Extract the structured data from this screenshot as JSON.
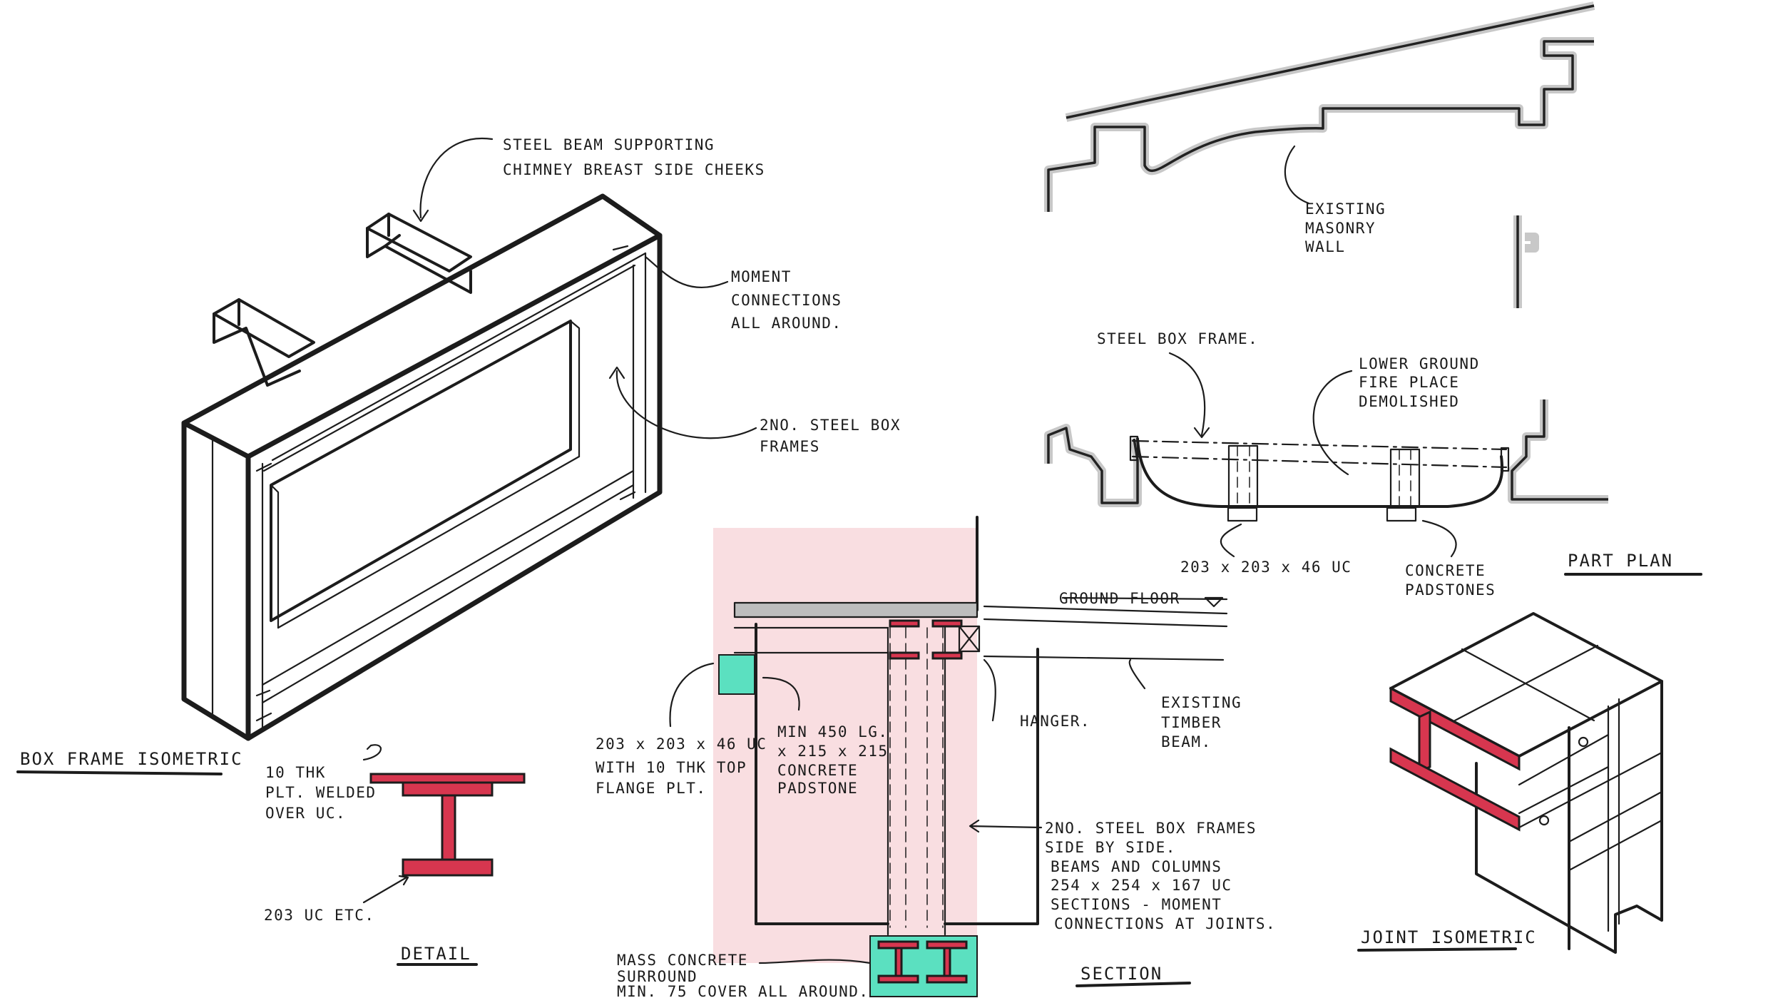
{
  "colors": {
    "ink": "#1c1c1c",
    "steel_highlight": "#d7364f",
    "concrete_highlight": "#5be0c0",
    "masonry_wall": "#c8c8c8",
    "pink_wash": "#f4c3c8"
  },
  "box_frame_isometric": {
    "title": "BOX FRAME ISOMETRIC",
    "note_steel_beam": [
      "STEEL BEAM SUPPORTING",
      "CHIMNEY BREAST SIDE CHEEKS"
    ],
    "note_moment": [
      "MOMENT",
      "CONNECTIONS",
      "ALL AROUND."
    ],
    "note_frames": [
      "2NO. STEEL BOX",
      "FRAMES"
    ]
  },
  "detail": {
    "title": "DETAIL",
    "note_plate": [
      "10 THK",
      "PLT. WELDED",
      "OVER UC."
    ],
    "note_section": "203 UC ETC."
  },
  "section": {
    "title": "SECTION",
    "note_ground_floor": "GROUND FLOOR",
    "note_uc": [
      "203 x 203 x 46 UC",
      "WITH 10 THK TOP",
      "FLANGE PLT."
    ],
    "note_padstone": [
      "MIN 450 LG.",
      "x 215 x 215",
      "CONCRETE",
      "PADSTONE"
    ],
    "note_hanger": "HANGER.",
    "note_timber": [
      "EXISTING",
      "TIMBER",
      "BEAM."
    ],
    "note_box_frames": [
      "2NO. STEEL BOX FRAMES",
      "SIDE BY SIDE.",
      "BEAMS AND COLUMNS",
      "254 x 254 x 167 UC",
      "SECTIONS - MOMENT",
      "CONNECTIONS AT JOINTS."
    ],
    "note_mass_concrete": [
      "MASS CONCRETE",
      "SURROUND",
      "MIN. 75 COVER ALL AROUND."
    ]
  },
  "part_plan": {
    "title": "PART PLAN",
    "note_masonry": [
      "EXISTING",
      "MASONRY",
      "WALL"
    ],
    "note_steel_box": "STEEL BOX FRAME.",
    "note_fireplace": [
      "LOWER GROUND",
      "FIRE PLACE",
      "DEMOLISHED"
    ],
    "note_uc": "203 x 203 x 46 UC",
    "note_padstones": [
      "CONCRETE",
      "PADSTONES"
    ]
  },
  "joint_isometric": {
    "title": "JOINT ISOMETRIC"
  }
}
